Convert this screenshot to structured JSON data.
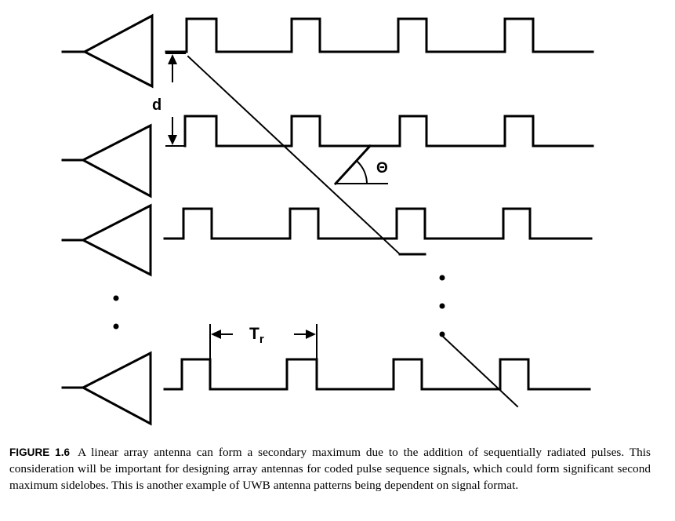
{
  "diagram": {
    "labels": {
      "spacing": "d",
      "angle": "Θ",
      "period_main": "T",
      "period_sub": "r"
    },
    "ellipsis": "• • •"
  },
  "caption": {
    "label": "FIGURE 1.6",
    "text": "A linear array antenna can form a secondary maximum due to the addition of sequentially radiated pulses. This consideration will be important for designing array antennas for coded pulse sequence signals, which could form significant second maximum sidelobes. This is another example of UWB antenna patterns being dependent on signal format."
  }
}
